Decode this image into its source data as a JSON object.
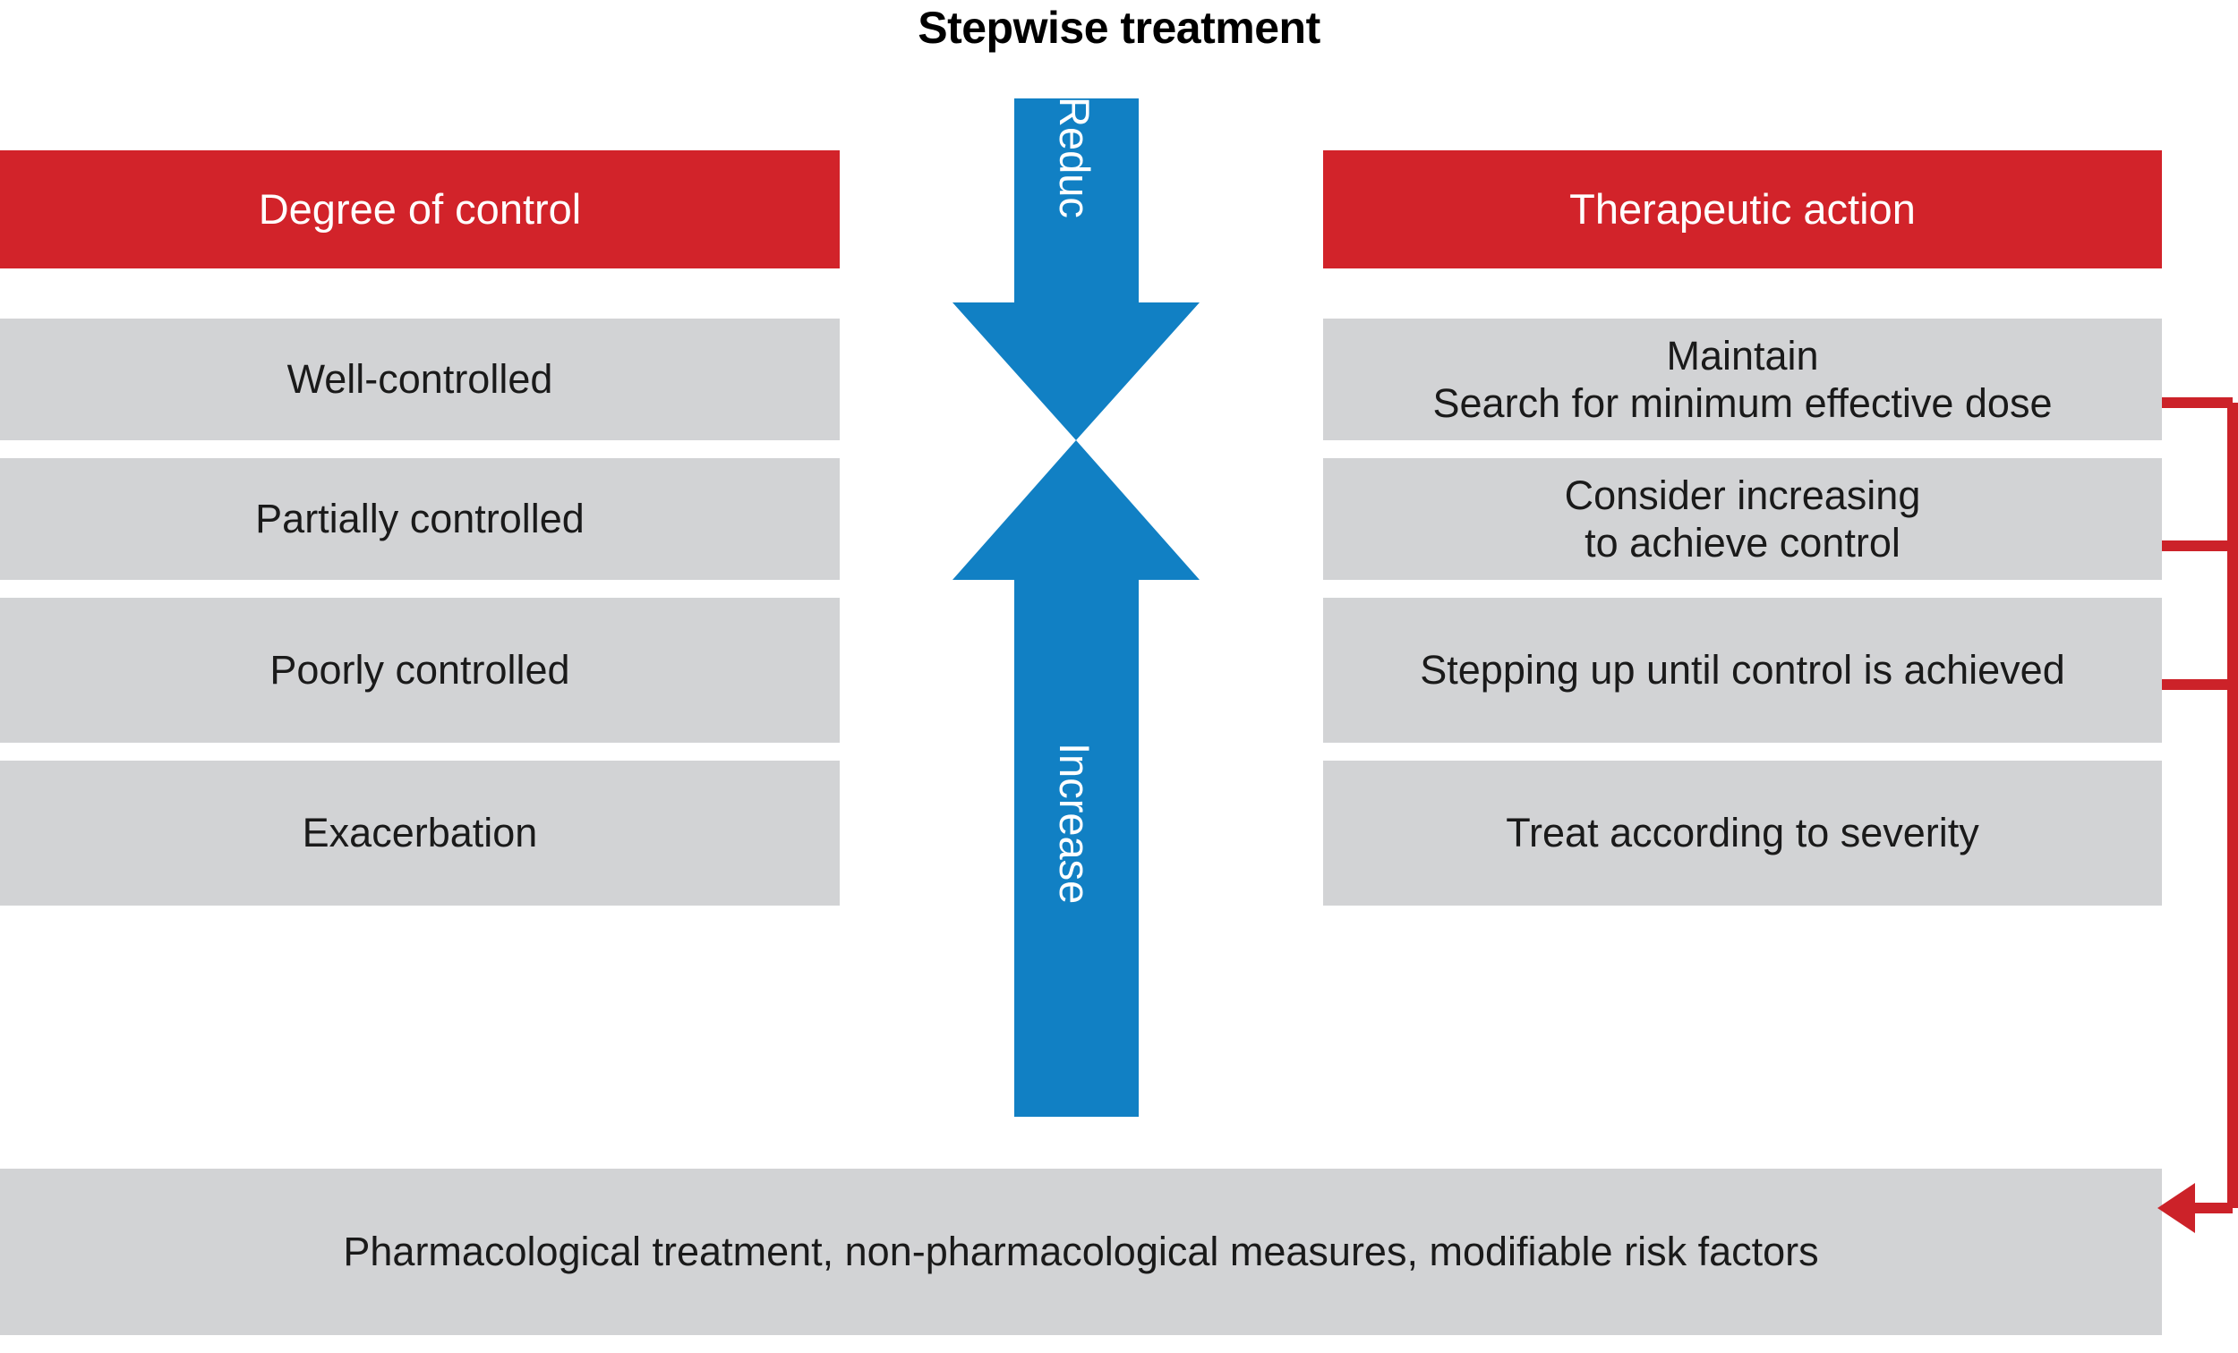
{
  "title": "Stepwise treatment",
  "colors": {
    "header_red": "#d2232a",
    "row_gray": "#d2d3d5",
    "arrow_blue": "#1180c4",
    "bracket_red": "#cc2229",
    "text_dark": "#1a1a1a",
    "background": "#ffffff"
  },
  "headers": {
    "left": "Degree of control",
    "right": "Therapeutic action"
  },
  "arrows": {
    "down_label": "Reduc",
    "up_label": "Increase"
  },
  "rows": [
    {
      "control": "Well-controlled",
      "action_line1": "Maintain",
      "action_line2": "Search for minimum effective dose"
    },
    {
      "control": "Partially controlled",
      "action_line1": "Consider increasing",
      "action_line2": "to achieve control"
    },
    {
      "control": "Poorly controlled",
      "action_line1": "Stepping up until control is achieved",
      "action_line2": ""
    },
    {
      "control": "Exacerbation",
      "action_line1": "Treat according to severity",
      "action_line2": ""
    }
  ],
  "footer": {
    "text": "Pharmacological treatment, non-pharmacological measures, modifiable risk factors"
  }
}
